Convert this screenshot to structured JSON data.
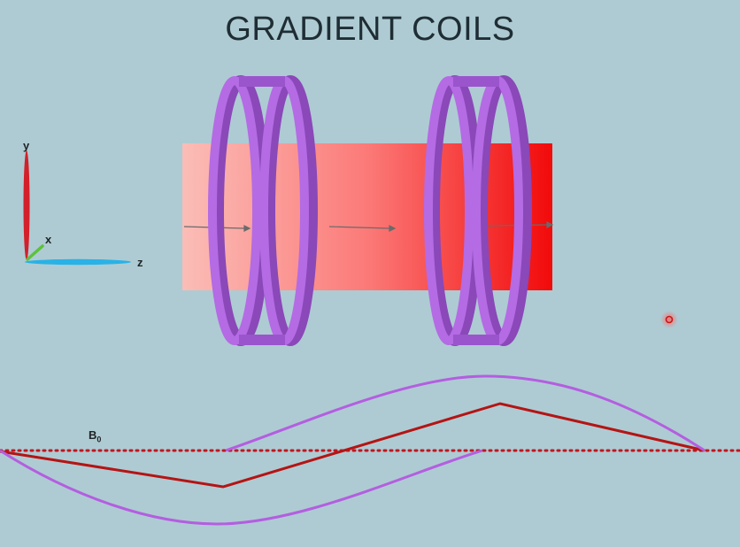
{
  "title": "GRADIENT COILS",
  "axes": {
    "y_label": "y",
    "x_label": "x",
    "z_label": "z"
  },
  "field": {
    "label": "B",
    "subscript": "0"
  },
  "colors": {
    "background": "#aecbd3",
    "coil": "#a55ed8",
    "field_block_light": "#f9b4ad",
    "field_block_dark": "#f20a0a",
    "b0_line": "#c0161f",
    "gradient_line": "#b51414",
    "field_curve": "#b45ee0",
    "y_axis": "#d3202b",
    "x_axis": "#5cc23c",
    "z_axis": "#29b2e6"
  }
}
